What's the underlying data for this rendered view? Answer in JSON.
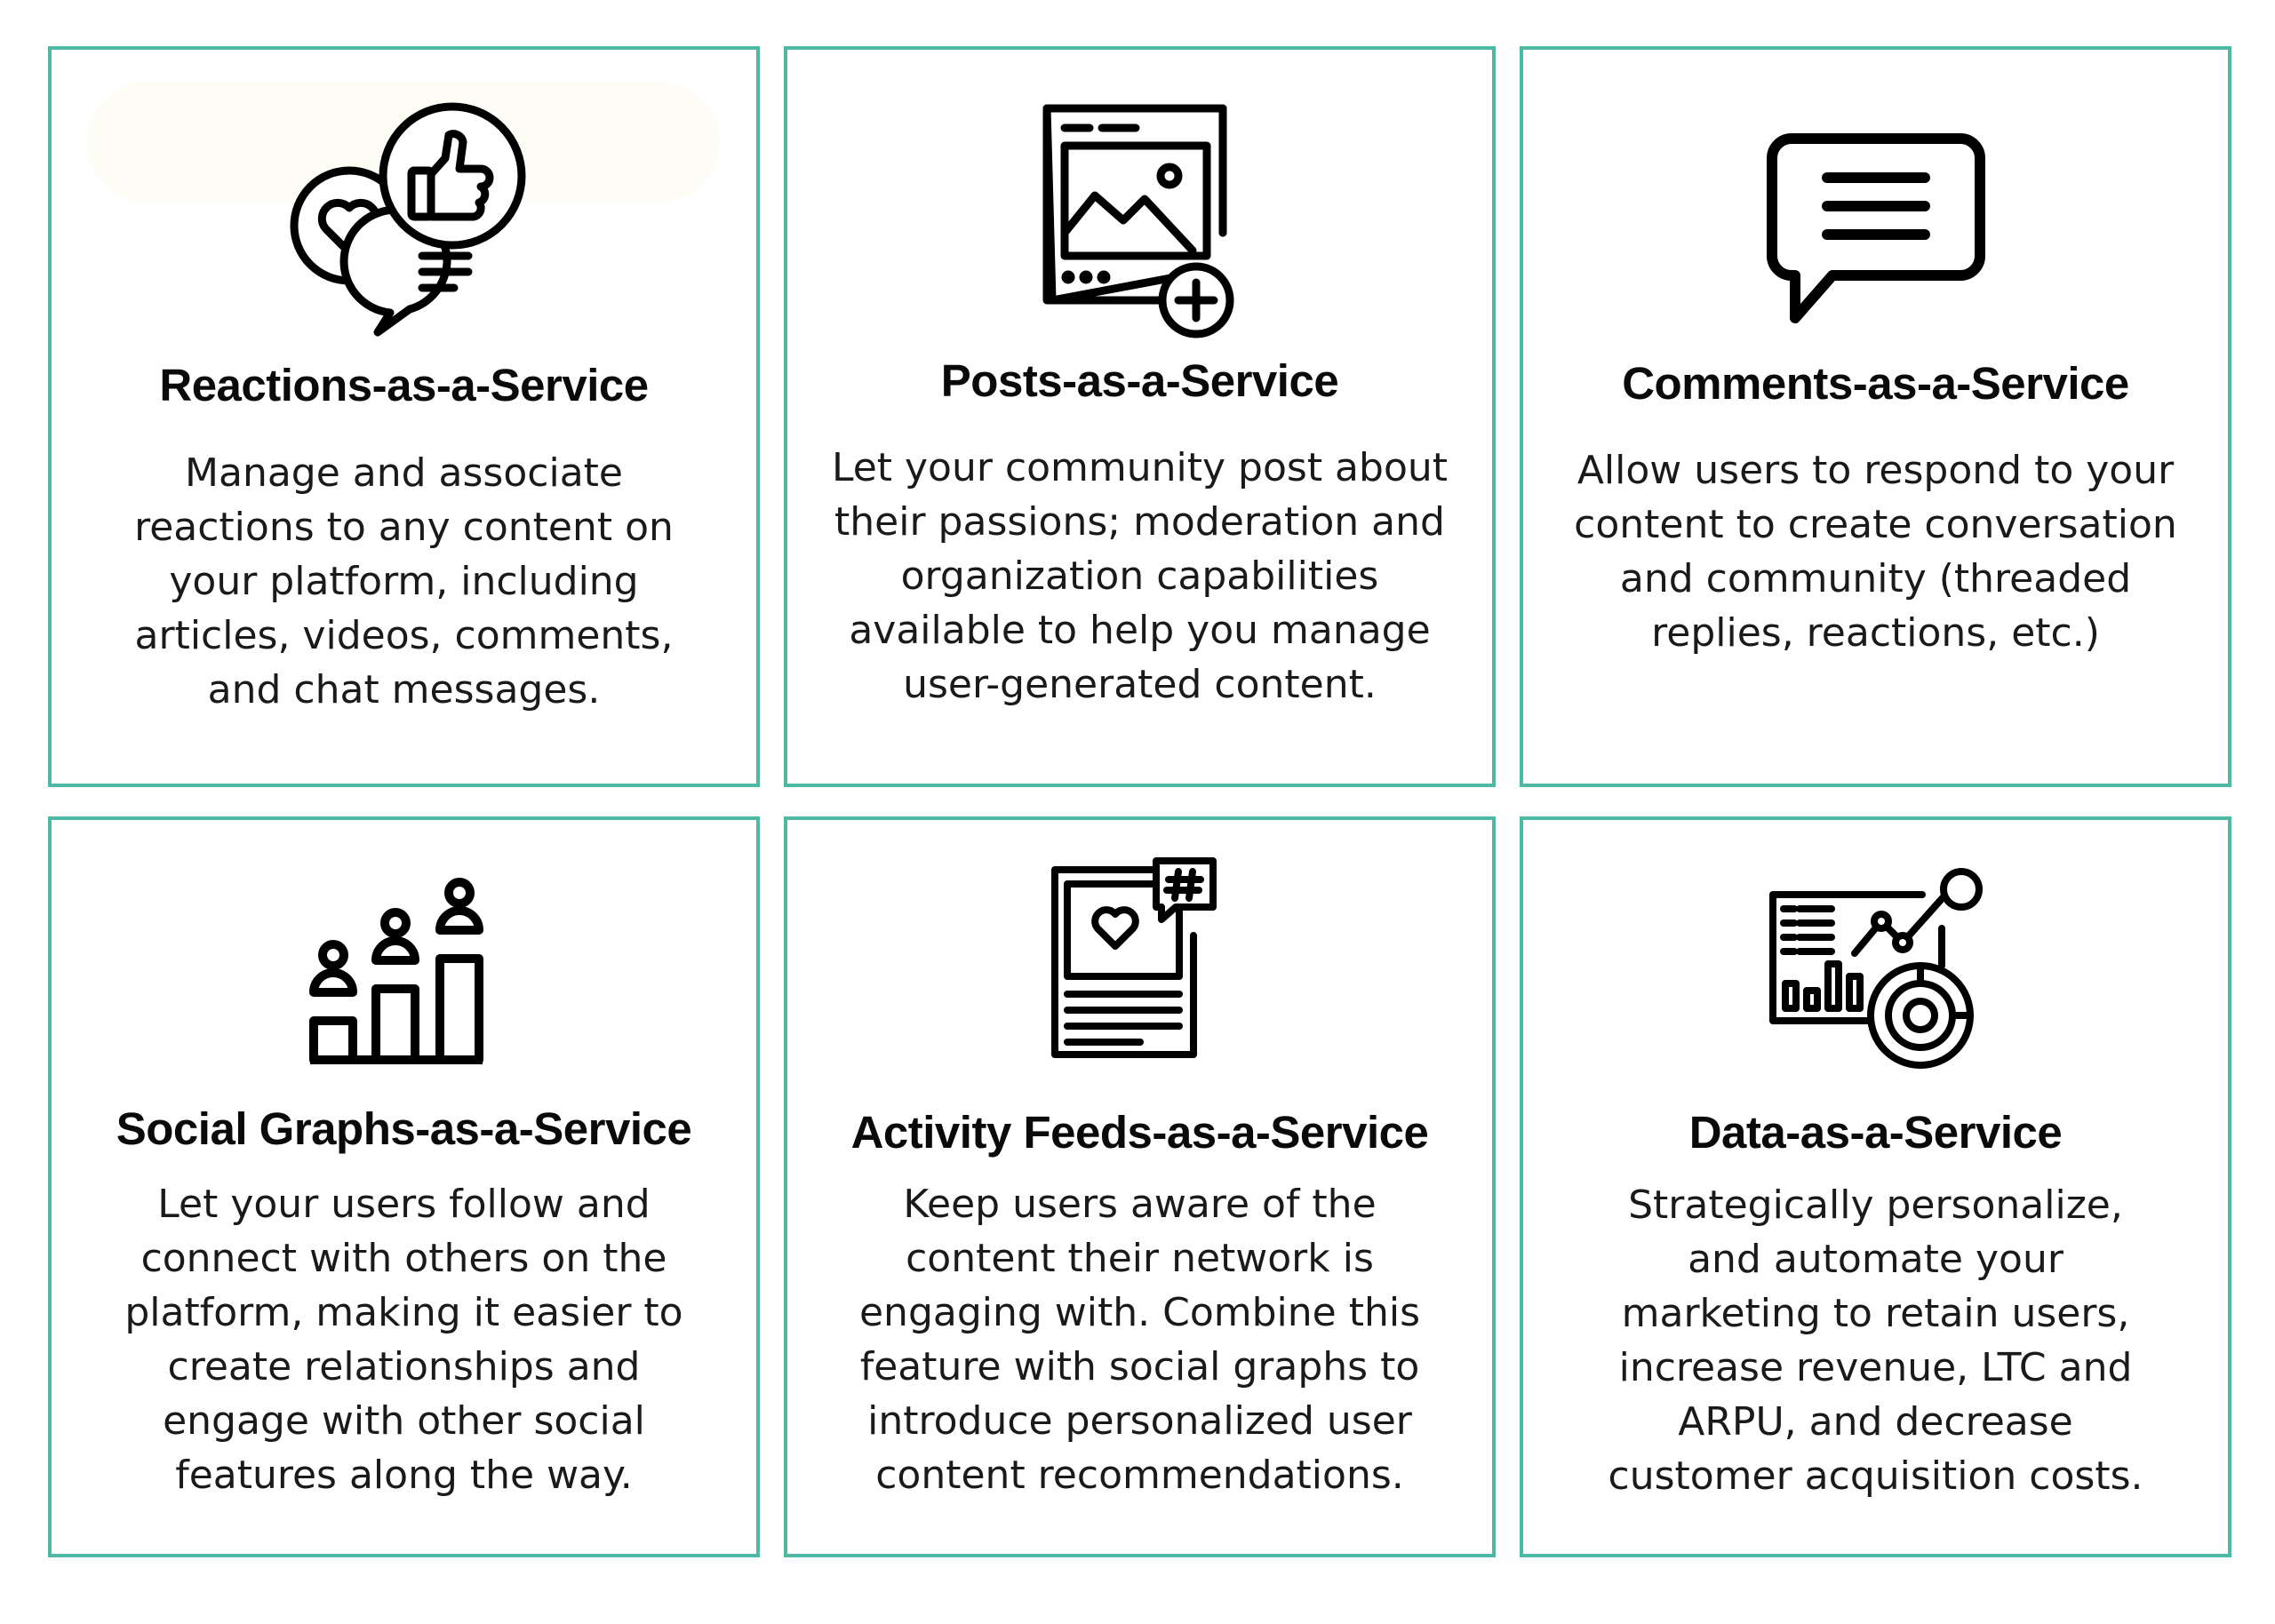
{
  "accent_color": "#4db8a4",
  "cards": [
    {
      "icon": "reactions-icon",
      "title": "Reactions-as-a-Service",
      "description": "Manage and associate reactions to any content on your platform, including articles, videos, comments, and chat messages."
    },
    {
      "icon": "post-image-add-icon",
      "title": "Posts-as-a-Service",
      "description": "Let your community post about their passions; moderation and organization capabilities available to help you manage user-generated content."
    },
    {
      "icon": "speech-bubble-icon",
      "title": "Comments-as-a-Service",
      "description": "Allow users to respond to your content to create conversation and community (threaded replies, reactions, etc.)"
    },
    {
      "icon": "social-graph-users-icon",
      "title": "Social Graphs-as-a-Service",
      "description": "Let your users follow and connect with others on the platform, making it easier to create relationships and engage with other social features along the way."
    },
    {
      "icon": "activity-feed-icon",
      "title": "Activity Feeds-as-a-Service",
      "description": "Keep users aware of the content their network is engaging with. Combine this feature with social graphs to introduce personalized user content recommendations."
    },
    {
      "icon": "analytics-dashboard-icon",
      "title": "Data-as-a-Service",
      "description": "Strategically personalize, and automate your marketing to retain users, increase revenue, LTC and ARPU, and decrease customer acquisition costs."
    }
  ]
}
